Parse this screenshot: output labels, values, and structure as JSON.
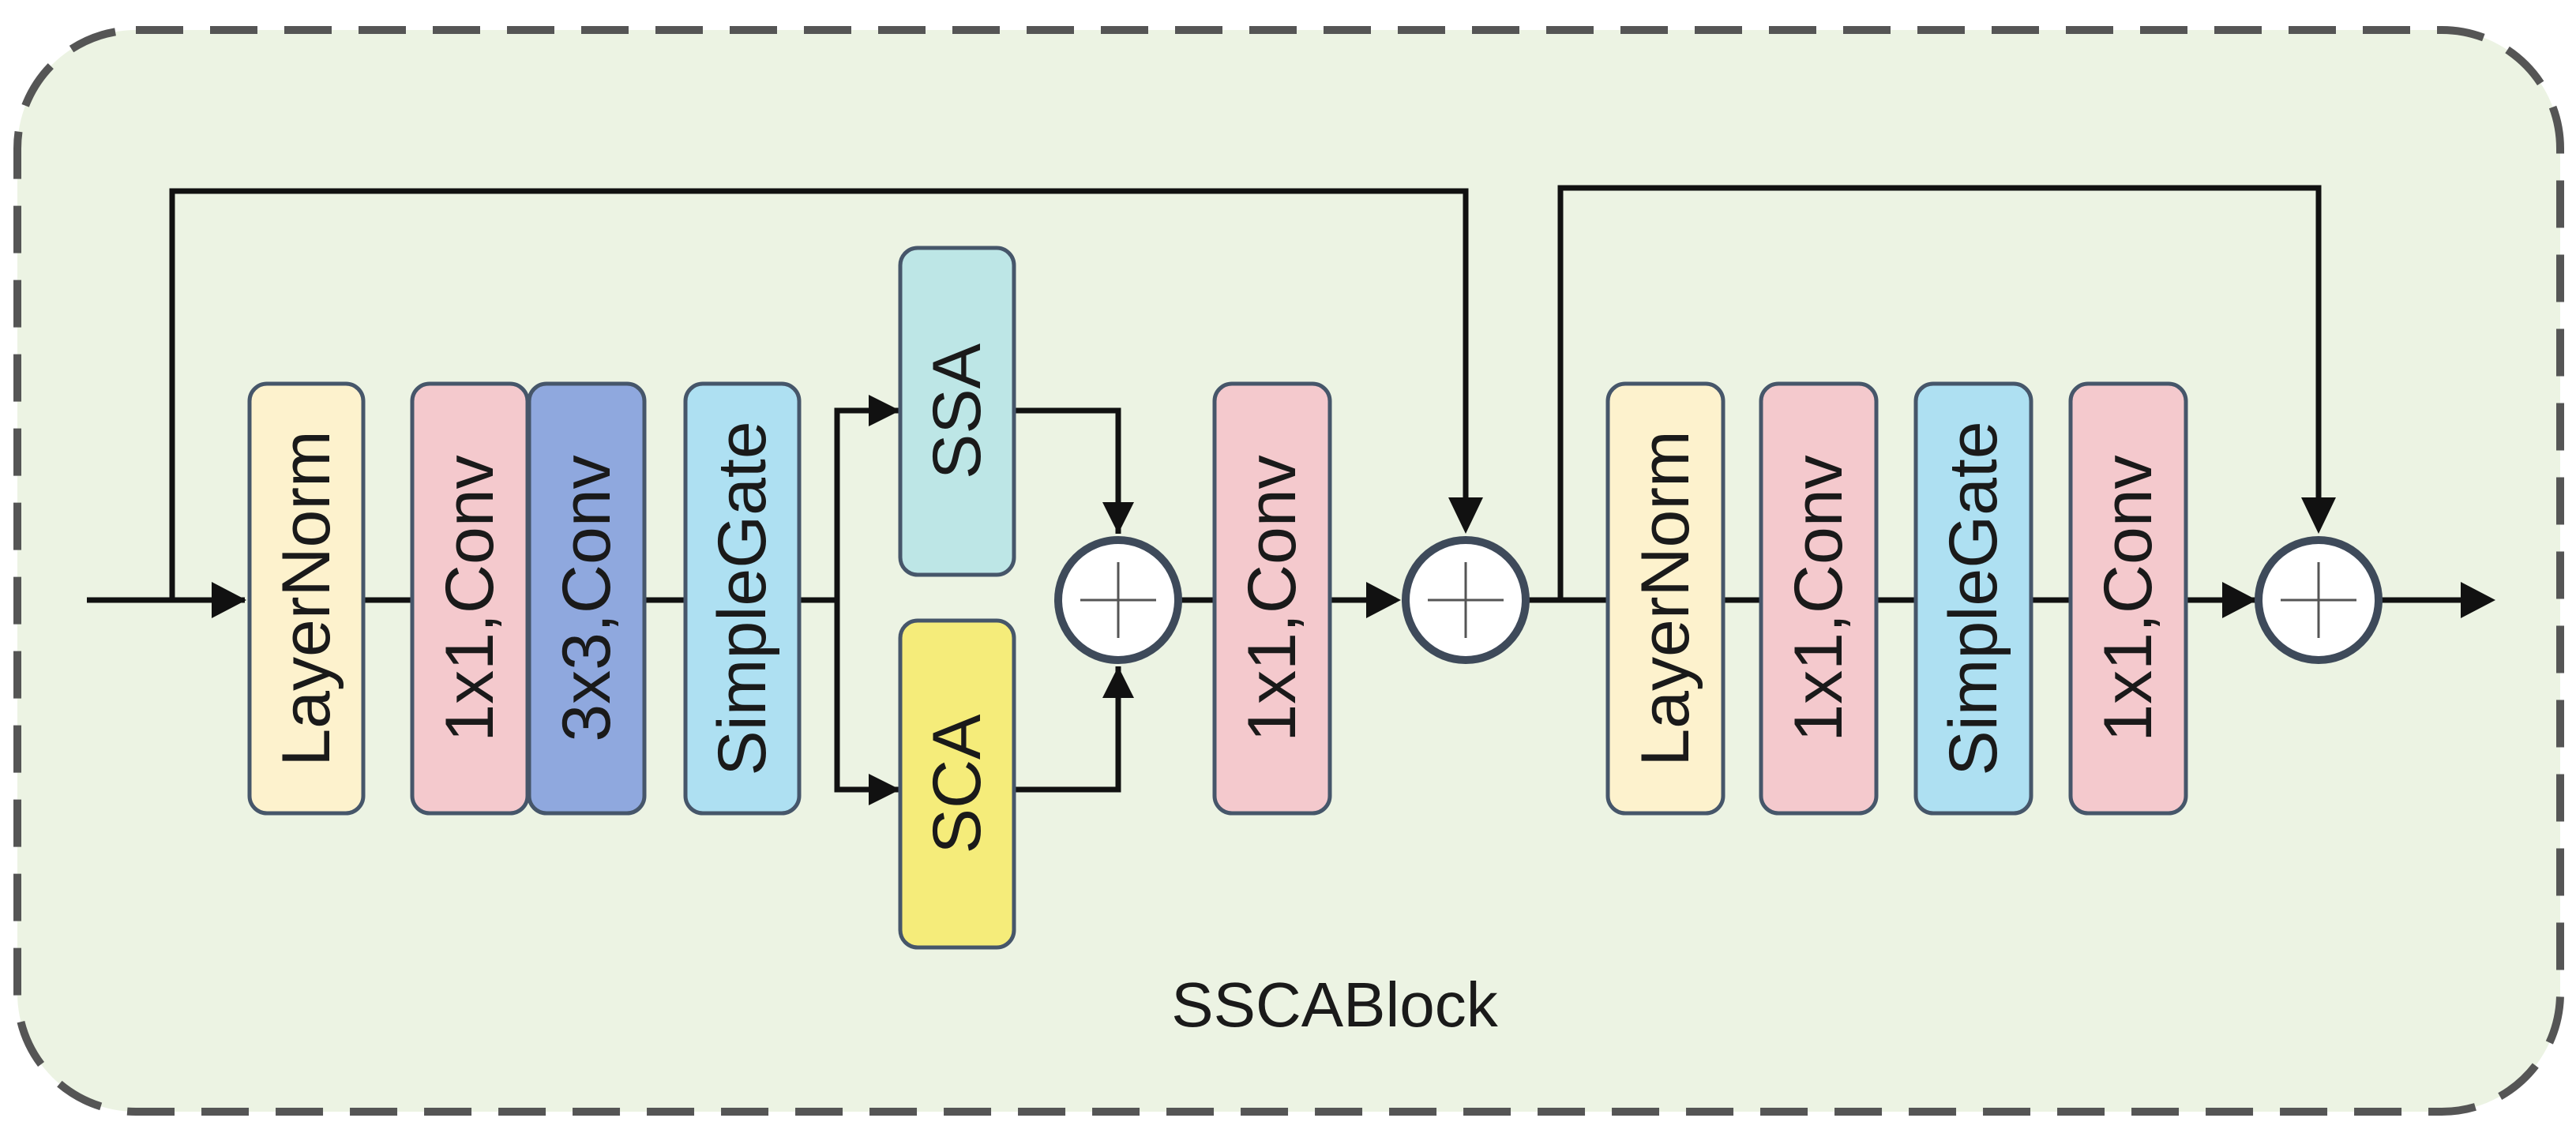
{
  "block_title": "SSCABlock",
  "colors": {
    "background": "#ecf3e3",
    "border": "#555555",
    "line": "#111111",
    "layernorm": "#fdf2cd",
    "conv1x1": "#f4c9cd",
    "conv3x3": "#8fa8de",
    "simplegate": "#aee0f2",
    "ssa": "#bde6e6",
    "sca": "#f5ec7a"
  },
  "stage1": {
    "layernorm": "LayerNorm",
    "conv1x1": "1x1,Conv",
    "conv3x3": "3x3,Conv",
    "simplegate": "SimpleGate",
    "ssa": "SSA",
    "sca": "SCA",
    "conv1x1_out": "1x1,Conv"
  },
  "stage2": {
    "layernorm": "LayerNorm",
    "conv1x1_a": "1x1,Conv",
    "simplegate": "SimpleGate",
    "conv1x1_b": "1x1,Conv"
  }
}
